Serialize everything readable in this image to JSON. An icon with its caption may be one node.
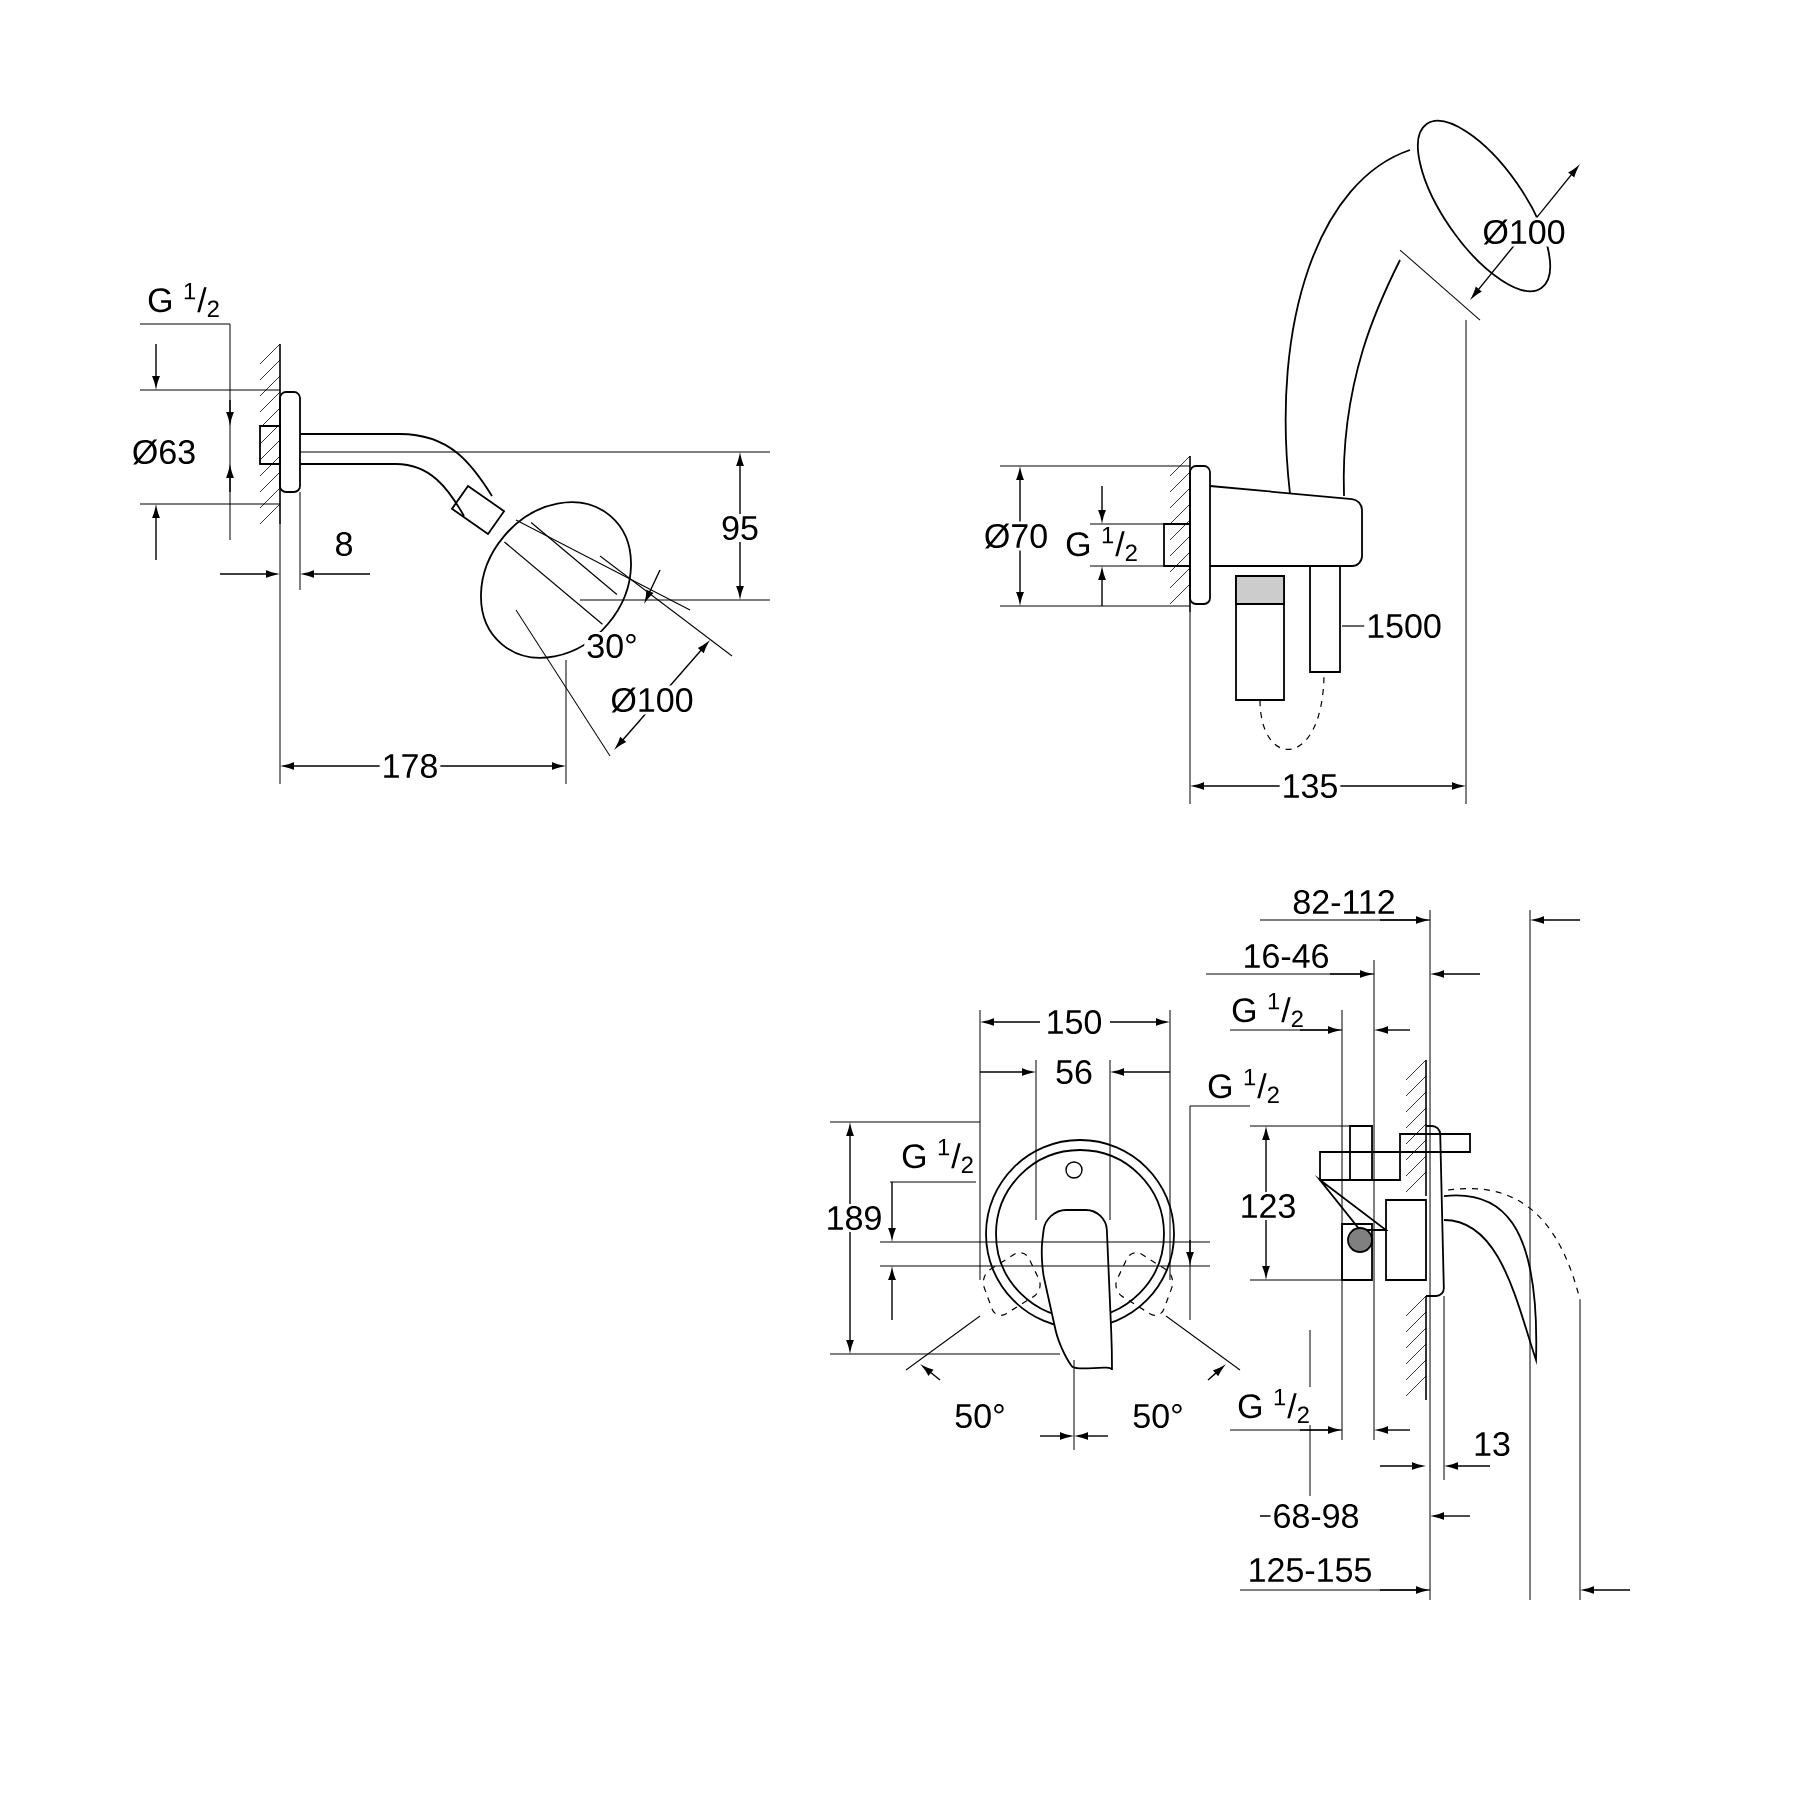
{
  "diagram": {
    "labels": [
      "G $^{1}$/$_{2}$",
      "Ø63",
      "8",
      "95",
      "30°",
      "Ø100",
      "178",
      "Ø100",
      "Ø70",
      "G $^{1}$/$_{2}$",
      "1500",
      "135",
      "82-112",
      "16-46",
      "150",
      "G $^{1}$/$_{2}$",
      "56",
      "G $^{1}$/$_{2}$",
      "G $^{1}$/$_{2}$",
      "189",
      "123",
      "50°",
      "50°",
      "G $^{1}$/$_{2}$",
      "13",
      "68-98",
      "125-155"
    ]
  }
}
